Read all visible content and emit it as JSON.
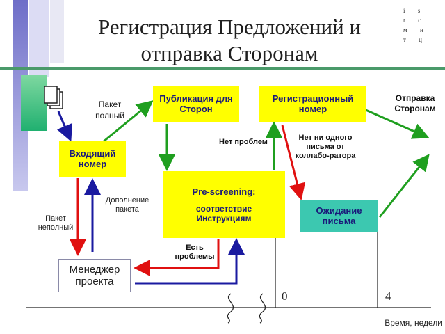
{
  "title": "Регистрация Предложений и отправка Сторонам",
  "logo": {
    "line1": "i s r c",
    "line2": "м н т ц"
  },
  "boxes": {
    "incoming": "Входящий номер",
    "publication": "Публикация для Сторон",
    "registration": "Регистрационный номер",
    "prescreening_title": "Pre-screening:",
    "prescreening_sub": "соответствие Инструкциям",
    "waiting": "Ожидание письма",
    "manager": "Менеджер проекта"
  },
  "labels": {
    "package_full": "Пакет полный",
    "package_incomplete": "Пакет неполный",
    "package_supplement": "Дополнение пакета",
    "no_problems": "Нет проблем",
    "has_problems": "Есть проблемы",
    "no_letter": "Нет ни одного письма от коллабо-ратора",
    "send_parties": "Отправка Сторонам"
  },
  "axis": {
    "tick0": "0",
    "tick4": "4",
    "label": "Время, недели"
  },
  "colors": {
    "green": "#1f9f1f",
    "red": "#e01010",
    "blue": "#1a1aa0",
    "yellow": "#ffff00",
    "teal": "#3cc8b0"
  }
}
